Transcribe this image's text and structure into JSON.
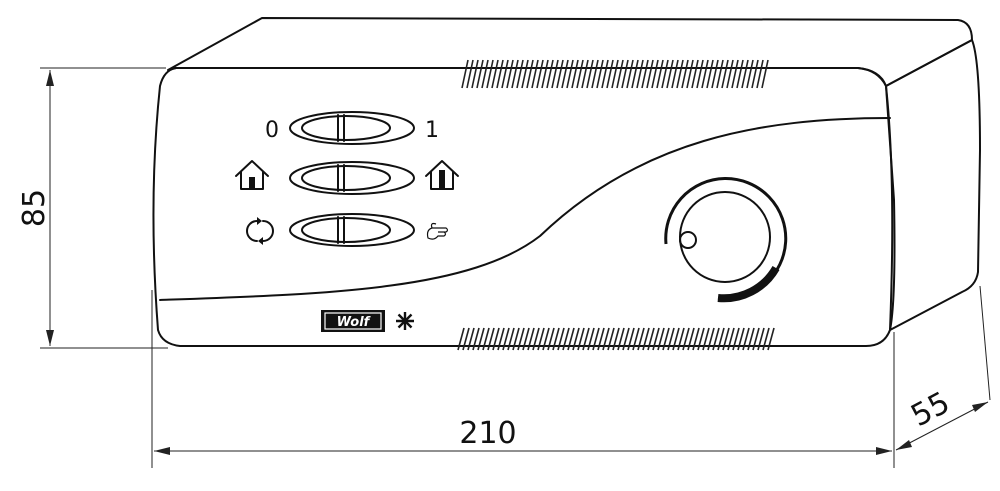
{
  "dimensions": {
    "height": "85",
    "width": "210",
    "depth": "55"
  },
  "switches": [
    {
      "name": "power",
      "left_label": "0",
      "right_label": "1",
      "left_icon": "",
      "right_icon": ""
    },
    {
      "name": "mode",
      "left_label": "",
      "right_label": "",
      "left_icon": "house-low-icon",
      "right_icon": "house-high-icon"
    },
    {
      "name": "function",
      "left_label": "",
      "right_label": "",
      "left_icon": "rotate-arrows-icon",
      "right_icon": "hand-icon"
    }
  ],
  "logo": {
    "text": "Wolf"
  },
  "colors": {
    "line": "#111111",
    "background": "#ffffff"
  }
}
